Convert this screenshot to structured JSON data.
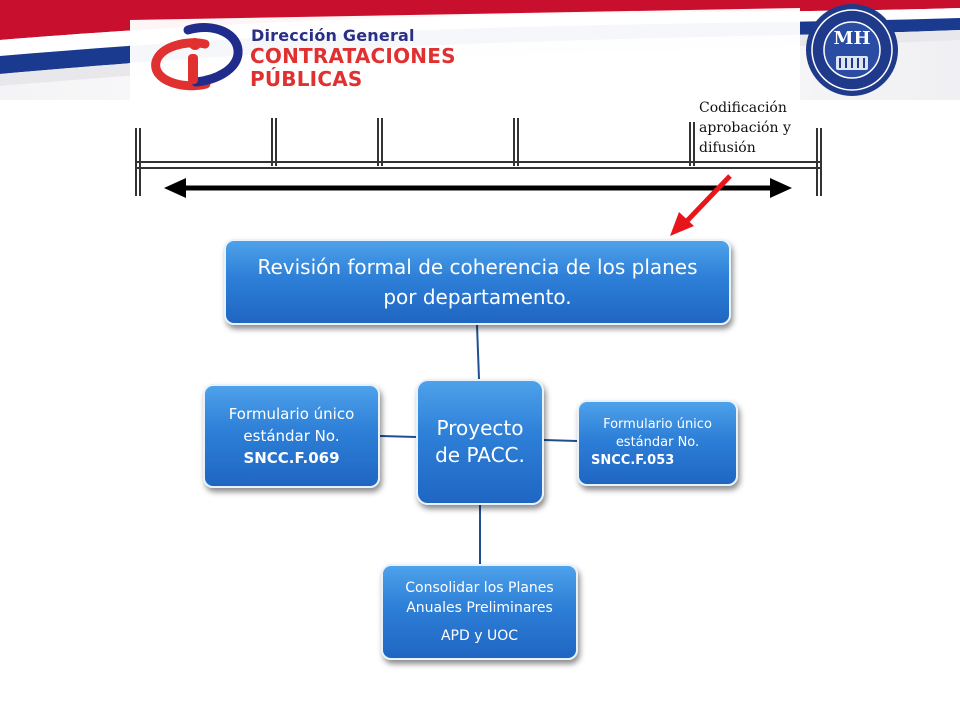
{
  "header": {
    "logo_line1": "Dirección General",
    "logo_line2": "CONTRATACIONES",
    "logo_line3": "PÚBLICAS",
    "seal_name": "Ministerio de Hacienda seal",
    "seal_monogram": "MH"
  },
  "timeline": {
    "label": "Codificación aprobación y difusión",
    "arrow_icon": "red-pointer-arrow"
  },
  "diagram": {
    "top_box": "Revisión formal de coherencia de los planes por departamento.",
    "center_box": "Proyecto de PACC.",
    "left_box_text": "Formulario único estándar No.",
    "left_box_code": "SNCC.F.069",
    "right_box_text": "Formulario único estándar No.",
    "right_box_code": "SNCC.F.053",
    "bottom_box_text": "Consolidar los Planes Anuales Preliminares",
    "bottom_box_sub": "APD y UOC"
  },
  "colors": {
    "box_blue": "#2d7fd7",
    "banner_blue": "#1f2c8c",
    "banner_red": "#e03030",
    "arrow_red": "#e8161b"
  }
}
